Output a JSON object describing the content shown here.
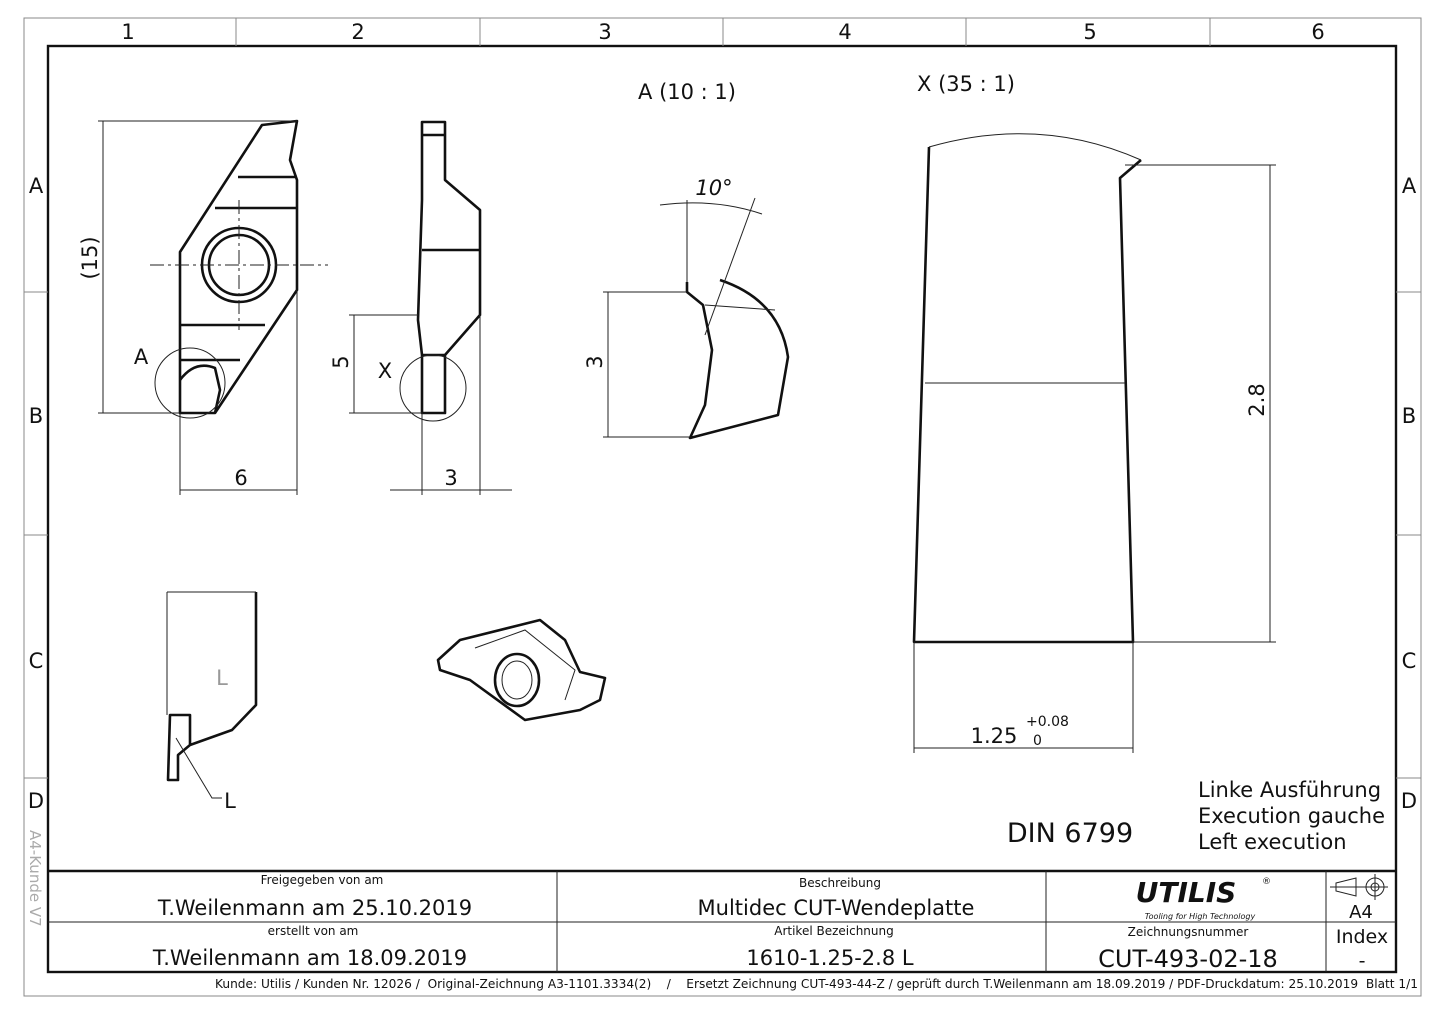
{
  "border": {
    "columns": [
      "1",
      "2",
      "3",
      "4",
      "5",
      "6"
    ],
    "rows": [
      "A",
      "B",
      "C",
      "D"
    ],
    "sheet_label": "A4-Kunde V7"
  },
  "views": {
    "front_dims": {
      "height": "(15)",
      "width": "6",
      "detail_label": "A"
    },
    "side_dims": {
      "height": "5",
      "width": "3",
      "detail_label": "X"
    },
    "detail_a": {
      "title": "A (10 : 1)",
      "angle": "10°",
      "height": "3"
    },
    "detail_x": {
      "title": "X (35 : 1)",
      "height": "2.8",
      "width": "1.25",
      "tol_upper": "+0.08",
      "tol_lower": "0"
    },
    "bottom_view": {
      "mark": "L",
      "callout": "L"
    }
  },
  "notes": {
    "standard": "DIN 6799",
    "execution": [
      "Linke Ausführung",
      "Execution gauche",
      "Left execution"
    ]
  },
  "title_block": {
    "released_label": "Freigegeben von am",
    "released_value": "T.Weilenmann am 25.10.2019",
    "created_label": "erstellt von am",
    "created_value": "T.Weilenmann am 18.09.2019",
    "description_label": "Beschreibung",
    "description_value": "Multidec CUT-Wendeplatte",
    "article_label": "Artikel Bezeichnung",
    "article_value": "1610-1.25-2.8 L",
    "logo": "UTILIS",
    "logo_tagline": "Tooling for High Technology",
    "drawing_no_label": "Zeichnungsnummer",
    "drawing_no_value": "CUT-493-02-18",
    "format": "A4",
    "index_label": "Index",
    "index_value": "-"
  },
  "footer": "Kunde: Utilis / Kunden Nr. 12026 /  Original-Zeichnung A3-1101.3334(2)    /    Ersetzt Zeichnung CUT-493-44-Z / geprüft durch T.Weilenmann am 18.09.2019 / PDF-Druckdatum: 25.10.2019  Blatt 1/1"
}
